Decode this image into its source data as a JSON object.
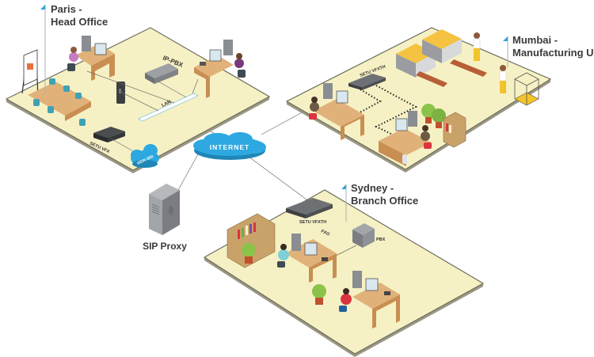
{
  "diagram": {
    "type": "network-topology",
    "sites": [
      {
        "id": "paris",
        "name_line1": "Paris -",
        "name_line2": "Head Office"
      },
      {
        "id": "mumbai",
        "name_line1": "Mumbai -",
        "name_line2": "Manufacturing Unit"
      },
      {
        "id": "sydney",
        "name_line1": "Sydney -",
        "name_line2": "Branch Office"
      }
    ],
    "devices": {
      "ip_pbx": "IP-PBX",
      "lan": "LAN",
      "setu_vfx": "SETU VFX",
      "isdn_bri": "ISDN BRI",
      "internet": "INTERNET",
      "setu_vfxth_mumbai": "SETU VFXTH",
      "setu_vfxth_sydney": "SETU VFXTH",
      "fxo": "FXO",
      "pbx": "PBX",
      "sip_proxy": "SIP Proxy"
    },
    "colors": {
      "floor": "#f6f1c4",
      "cloud": "#2ea8e0",
      "flag": "#2aa3dc",
      "machine_yellow": "#f5c242"
    }
  }
}
